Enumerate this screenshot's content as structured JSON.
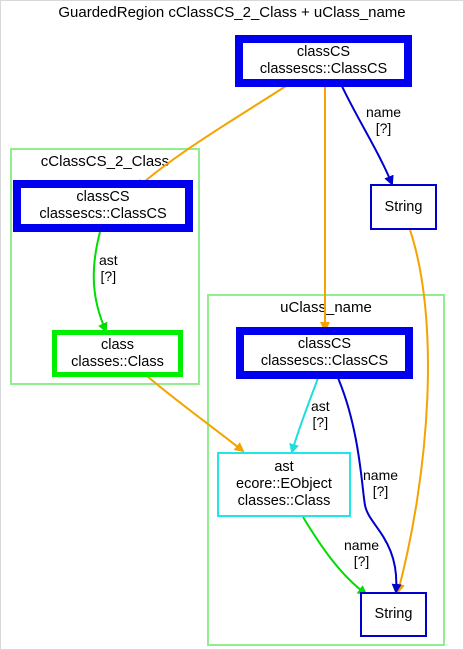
{
  "title": "GuardedRegion cClassCS_2_Class + uClass_name",
  "clusters": {
    "left": {
      "label": "cClassCS_2_Class"
    },
    "right": {
      "label": "uClass_name"
    }
  },
  "nodes": {
    "top": {
      "line1": "classCS",
      "line2": "classescs::ClassCS"
    },
    "string_top": {
      "line1": "String"
    },
    "left_classcs": {
      "line1": "classCS",
      "line2": "classescs::ClassCS"
    },
    "left_class": {
      "line1": "class",
      "line2": "classes::Class"
    },
    "right_classcs": {
      "line1": "classCS",
      "line2": "classescs::ClassCS"
    },
    "ast_obj": {
      "line1": "ast",
      "line2": "ecore::EObject",
      "line3": "classes::Class"
    },
    "string_bottom": {
      "line1": "String"
    }
  },
  "edge_labels": {
    "name_top": {
      "line1": "name",
      "line2": "[?]"
    },
    "ast_left": {
      "line1": "ast",
      "line2": "[?]"
    },
    "ast_right": {
      "line1": "ast",
      "line2": "[?]"
    },
    "name_right": {
      "line1": "name",
      "line2": "[?]"
    },
    "name_bottom": {
      "line1": "name",
      "line2": "[?]"
    }
  },
  "colors": {
    "orange": "#f5a300",
    "blue": "#0000cc",
    "green": "#00dd00",
    "cyan": "#22dddd",
    "cluster_border": "#90ee90"
  }
}
